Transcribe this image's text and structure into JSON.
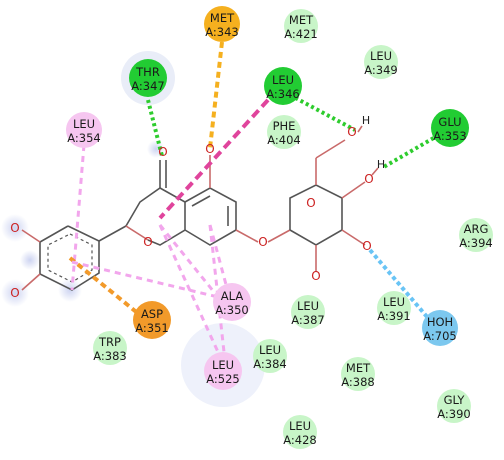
{
  "residues": [
    {
      "id": "met343",
      "lines": [
        "MET",
        "A:343"
      ],
      "type": "pi_sigma"
    },
    {
      "id": "met421",
      "lines": [
        "MET",
        "A:421"
      ],
      "type": "vdw"
    },
    {
      "id": "leu349",
      "lines": [
        "LEU",
        "A:349"
      ],
      "type": "vdw"
    },
    {
      "id": "thr347",
      "lines": [
        "THR",
        "A:347"
      ],
      "type": "hbond"
    },
    {
      "id": "leu346",
      "lines": [
        "LEU",
        "A:346"
      ],
      "type": "hbond"
    },
    {
      "id": "phe404",
      "lines": [
        "PHE",
        "A:404"
      ],
      "type": "vdw"
    },
    {
      "id": "glu353",
      "lines": [
        "GLU",
        "A:353"
      ],
      "type": "hbond"
    },
    {
      "id": "leu354",
      "lines": [
        "LEU",
        "A:354"
      ],
      "type": "alkyl"
    },
    {
      "id": "arg394",
      "lines": [
        "ARG",
        "A:394"
      ],
      "type": "vdw"
    },
    {
      "id": "asp351",
      "lines": [
        "ASP",
        "A:351"
      ],
      "type": "pi_anion"
    },
    {
      "id": "ala350",
      "lines": [
        "ALA",
        "A:350"
      ],
      "type": "alkyl"
    },
    {
      "id": "leu387",
      "lines": [
        "LEU",
        "A:387"
      ],
      "type": "vdw"
    },
    {
      "id": "leu391",
      "lines": [
        "LEU",
        "A:391"
      ],
      "type": "vdw"
    },
    {
      "id": "hoh705",
      "lines": [
        "HOH",
        "A:705"
      ],
      "type": "water"
    },
    {
      "id": "trp383",
      "lines": [
        "TRP",
        "A:383"
      ],
      "type": "vdw"
    },
    {
      "id": "leu384",
      "lines": [
        "LEU",
        "A:384"
      ],
      "type": "vdw"
    },
    {
      "id": "leu525",
      "lines": [
        "LEU",
        "A:525"
      ],
      "type": "alkyl"
    },
    {
      "id": "met388",
      "lines": [
        "MET",
        "A:388"
      ],
      "type": "vdw"
    },
    {
      "id": "gly390",
      "lines": [
        "GLY",
        "A:390"
      ],
      "type": "vdw"
    },
    {
      "id": "leu428",
      "lines": [
        "LEU",
        "A:428"
      ],
      "type": "vdw"
    }
  ],
  "atom_labels": [
    {
      "id": "o-carbonyl",
      "text": "O"
    },
    {
      "id": "o-ring-c",
      "text": "O"
    },
    {
      "id": "o-c5-top",
      "text": "O"
    },
    {
      "id": "o-glycosidic",
      "text": "O"
    },
    {
      "id": "o-sugar-ring",
      "text": "O"
    },
    {
      "id": "o-c6-hydroxyl",
      "text": "O"
    },
    {
      "id": "o-c4-hydroxyl",
      "text": "O"
    },
    {
      "id": "o-c3-hydroxyl",
      "text": "O"
    },
    {
      "id": "o-c2-hydroxyl",
      "text": "O"
    },
    {
      "id": "o-catechol-1",
      "text": "O"
    },
    {
      "id": "o-catechol-2",
      "text": "O"
    }
  ],
  "hydrogen_labels": [
    {
      "id": "h-c6",
      "text": "H"
    },
    {
      "id": "h-c4",
      "text": "H"
    }
  ],
  "colors": {
    "vdw": "#c8f5c8",
    "hbond": "#22cc33",
    "pi_sigma": "#f5b01f",
    "pi_anion": "#f29a2a",
    "alkyl": "#f6c6f0",
    "water": "#7cc8ef",
    "hbond_line": "#2ecc2e",
    "alkyl_line": "#f2a6ec",
    "pi_sigma_line": "#e0449c",
    "orange_line": "#f5a623",
    "water_line": "#69c4f5",
    "bond": "#c96a6a",
    "halo": "#d8e0f5"
  }
}
